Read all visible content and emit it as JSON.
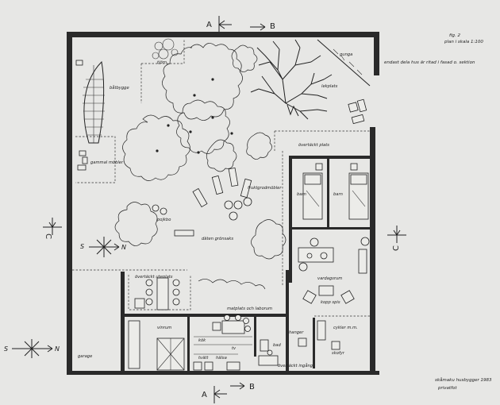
{
  "header": {
    "fig_line1": "fig. 2",
    "fig_line2": "plan i skala 1:100",
    "note": "endast dela hus är ritad i fasad o. sektion"
  },
  "section_markers": {
    "a_top": "A",
    "b_top": "B",
    "a_bottom": "A",
    "b_bottom": "B",
    "c_left": "C",
    "c_right": "C"
  },
  "compass": {
    "inner_s": "S",
    "inner_n": "N",
    "outer_s": "S",
    "outer_n": "N"
  },
  "rooms": {
    "tjorn": "tjörn",
    "batbygge": "båtbygge",
    "lekplats": "lekplats",
    "gunga": "gunga",
    "gammal_mobler": "gammal möbler",
    "overtackt_plats": "övertäckt plats",
    "fruktgrodmoblar": "fruktgrodmöbler",
    "pojkbo": "pojkbo",
    "daten_gronsaks": "däten grönsaks",
    "barn_1": "barn",
    "barn_2": "barn",
    "vardagsrum": "vardagsrum",
    "overtackt_uteplats": "övertäckt uteplats",
    "matplats_och_laborum": "matplats och laborum",
    "vinrum": "vinrum",
    "kopp_spis": "kopp spis",
    "tvatt": "tvätt",
    "cykler": "cykler m.m.",
    "skofyr": "skofyr",
    "garage": "garage",
    "kok": "kök",
    "tv": "tv",
    "halsa": "hälsa",
    "bad": "bad",
    "hanger": "hanger",
    "overtackt_ingang": "övertäckt ingång"
  },
  "footer": {
    "line1": "skåmaku husbygger 1983",
    "line2": "privatfot"
  }
}
